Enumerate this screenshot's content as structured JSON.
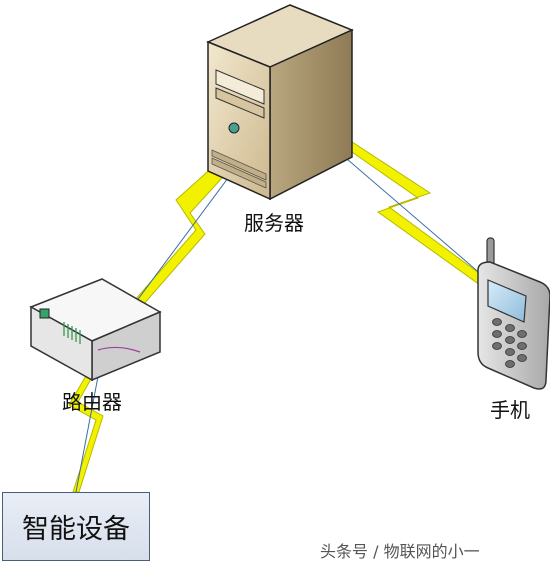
{
  "nodes": {
    "server": {
      "label": "服务器"
    },
    "router": {
      "label": "路由器"
    },
    "phone": {
      "label": "手机"
    },
    "smart_device": {
      "label": "智能设备"
    }
  },
  "watermark": "头条号 / 物联网的小一",
  "colors": {
    "bolt_fill": "#f2f200",
    "bolt_stroke": "#c8c800",
    "link_line": "#3a6ea5",
    "server_body": "#e0d3b2",
    "server_side": "#b8a67f",
    "router_body": "#f0f0f0",
    "phone_body": "#c9c9c9",
    "phone_screen": "#a9cde6"
  }
}
